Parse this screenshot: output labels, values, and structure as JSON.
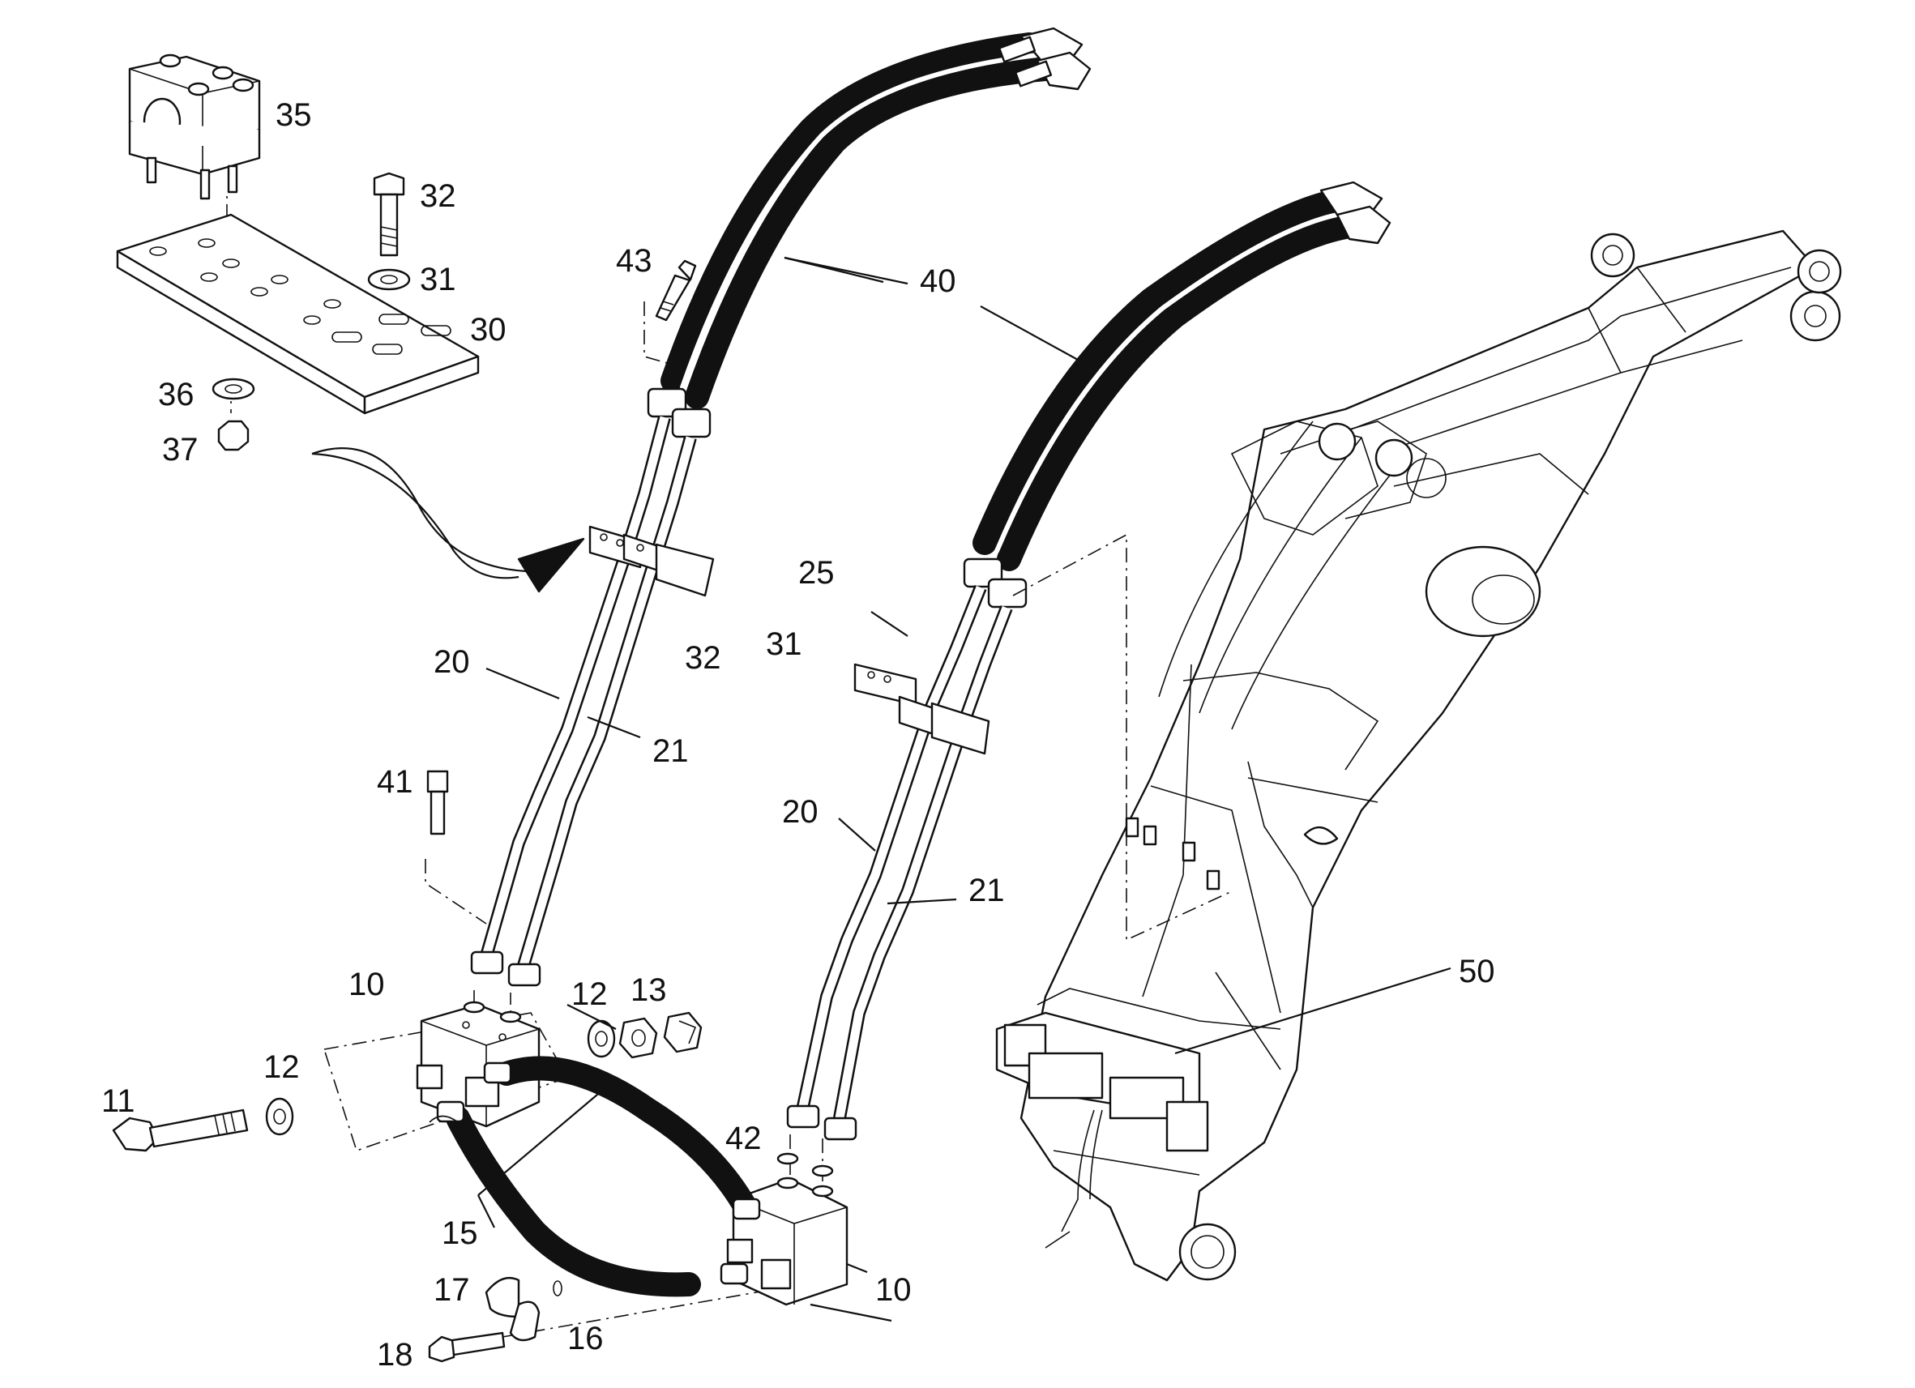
{
  "callouts": {
    "p10a": "10",
    "p10b": "10",
    "p11": "11",
    "p12a": "12",
    "p12b": "12",
    "p13": "13",
    "p15": "15",
    "p16": "16",
    "p17": "17",
    "p18": "18",
    "p20a": "20",
    "p20b": "20",
    "p21a": "21",
    "p21b": "21",
    "p25": "25",
    "p30": "30",
    "p31a": "31",
    "p31b": "31",
    "p32a": "32",
    "p32b": "32",
    "p35": "35",
    "p36": "36",
    "p37": "37",
    "p40": "40",
    "p41": "41",
    "p42": "42",
    "p43": "43",
    "p50": "50"
  }
}
